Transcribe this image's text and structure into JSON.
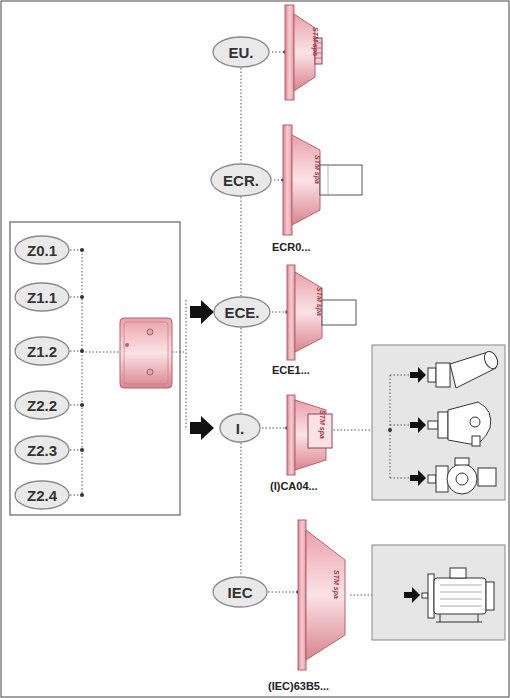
{
  "diagram": {
    "nodes": [
      {
        "text": [
          "Z0.1"
        ]
      },
      {
        "text": [
          "Z1.1"
        ]
      },
      {
        "text": [
          "Z1.2"
        ]
      },
      {
        "text": [
          "Z2.2"
        ]
      },
      {
        "text": [
          "Z2.3"
        ]
      },
      {
        "text": [
          "Z2.4"
        ]
      },
      {
        "text": [
          "EU."
        ]
      },
      {
        "text": [
          "ECR."
        ]
      },
      {
        "text": [
          "ECE."
        ]
      },
      {
        "text": [
          "I."
        ]
      },
      {
        "text": [
          "IEC"
        ]
      }
    ],
    "edges": [
      {
        "from": 6,
        "to": 7,
        "arrow": "none"
      },
      {
        "from": 7,
        "to": 8,
        "arrow": "none"
      },
      {
        "from": 8,
        "to": 9,
        "arrow": "none"
      },
      {
        "from": 9,
        "to": 10,
        "arrow": "none"
      }
    ],
    "labels": [
      "STM spa",
      "STM spa",
      "ECR0...",
      "STM spa",
      "ECE1...",
      "STM spa",
      "(I)CA04...",
      "STM spa",
      "(IEC)63B5..."
    ]
  }
}
